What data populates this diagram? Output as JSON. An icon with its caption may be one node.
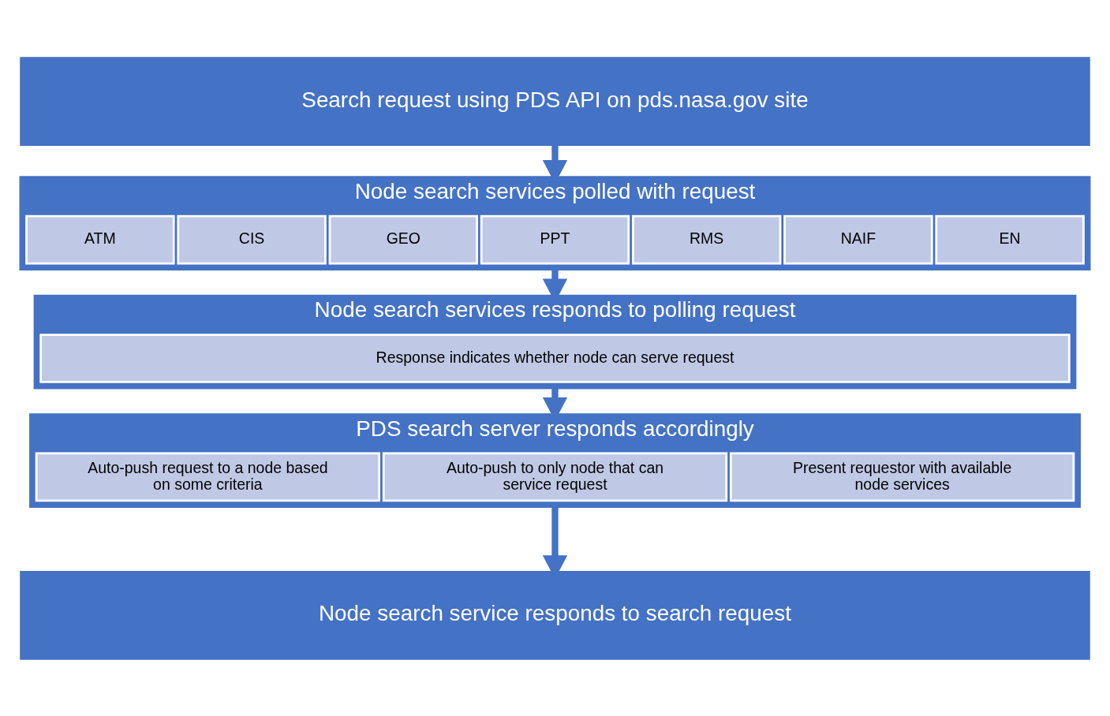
{
  "diagram": {
    "nodes": [
      {
        "text": [
          "Search request using PDS API on pds.nasa.gov site"
        ]
      },
      {
        "text": [
          "Node search services polled with request"
        ]
      },
      {
        "text": [
          "ATM"
        ],
        "in": 1
      },
      {
        "text": [
          "CIS"
        ],
        "in": 1
      },
      {
        "text": [
          "GEO"
        ],
        "in": 1
      },
      {
        "text": [
          "PPT"
        ],
        "in": 1
      },
      {
        "text": [
          "RMS"
        ],
        "in": 1
      },
      {
        "text": [
          "NAIF"
        ],
        "in": 1
      },
      {
        "text": [
          "EN"
        ],
        "in": 1
      },
      {
        "text": [
          "Node search services responds to polling request"
        ]
      },
      {
        "text": [
          "Response indicates whether node can serve request"
        ],
        "in": 9
      },
      {
        "text": [
          "PDS search server responds accordingly"
        ]
      },
      {
        "text": [
          "Auto-push request to a node based on some criteria"
        ],
        "in": 11
      },
      {
        "text": [
          "Auto-push to only node that can service request"
        ],
        "in": 11
      },
      {
        "text": [
          "Present requestor with available node services"
        ],
        "in": 11
      },
      {
        "text": [
          "Node search service responds to search request"
        ]
      }
    ],
    "edges": [
      {
        "from": 0,
        "to": 1,
        "arrow": "to"
      },
      {
        "from": 1,
        "to": 9,
        "arrow": "to"
      },
      {
        "from": 9,
        "to": 11,
        "arrow": "to"
      },
      {
        "from": 11,
        "to": 15,
        "arrow": "to"
      }
    ]
  }
}
